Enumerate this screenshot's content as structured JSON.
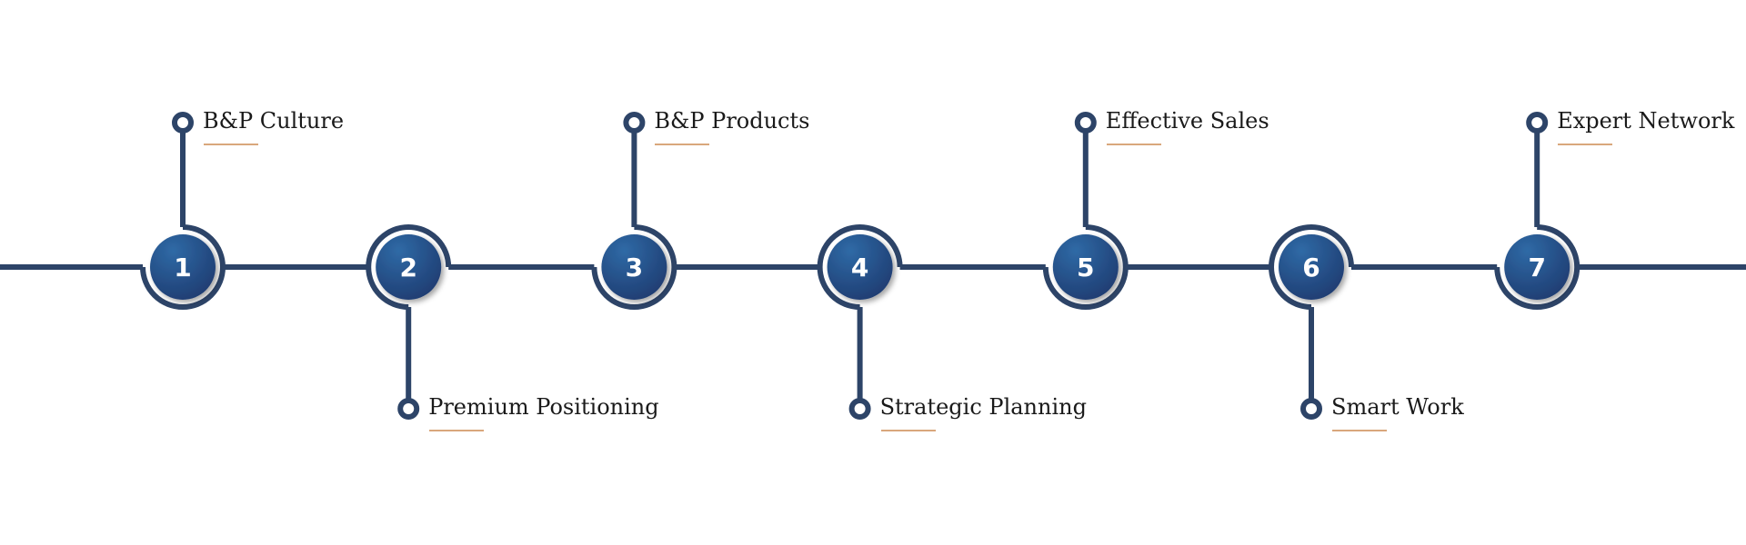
{
  "colors": {
    "line": "#2d4468",
    "node_light": "#2f6aa6",
    "node_dark": "#1f3d72",
    "underline": "#d9a77c"
  },
  "steps": [
    {
      "number": "1",
      "label": "B&P Culture",
      "position": "top"
    },
    {
      "number": "2",
      "label": "Premium Positioning",
      "position": "bottom"
    },
    {
      "number": "3",
      "label": "B&P Products",
      "position": "top"
    },
    {
      "number": "4",
      "label": "Strategic Planning",
      "position": "bottom"
    },
    {
      "number": "5",
      "label": "Effective Sales",
      "position": "top"
    },
    {
      "number": "6",
      "label": "Smart Work",
      "position": "bottom"
    },
    {
      "number": "7",
      "label": "Expert Network",
      "position": "top"
    }
  ]
}
